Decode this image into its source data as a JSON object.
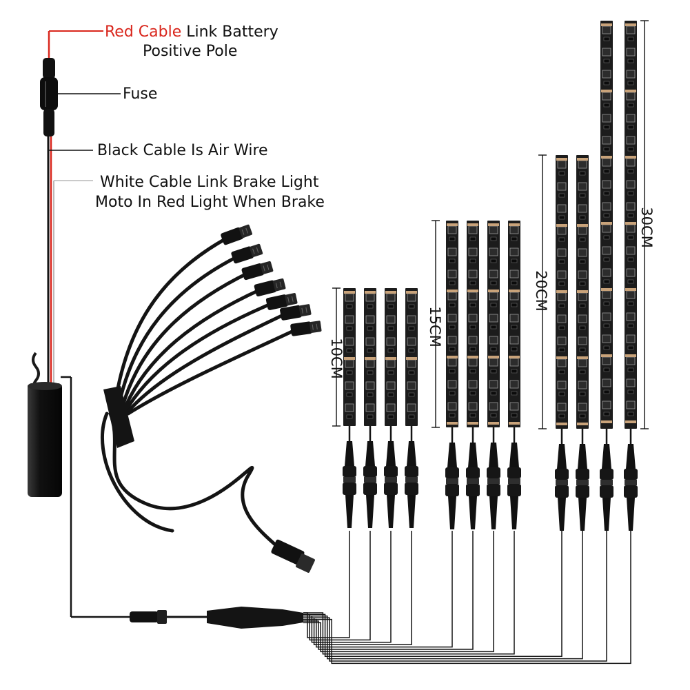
{
  "colors": {
    "red_wire": "#d9261c",
    "black_wire": "#141414",
    "white_wire": "#b9b9b9",
    "strip_body": "#1c1c1c",
    "led_warm": "#c9a37a",
    "text": "#111111"
  },
  "callouts": {
    "red_cable_highlight": "Red Cable",
    "red_cable_rest": " Link Battery",
    "red_cable_line2": "Positive Pole",
    "fuse": "Fuse",
    "black_cable": "Black Cable Is Air Wire",
    "white_cable_line1": "White Cable Link Brake Light",
    "white_cable_line2": "Moto In Red Light When Brake"
  },
  "strip_groups": [
    {
      "label": "10CM",
      "count": 4
    },
    {
      "label": "15CM",
      "count": 4
    },
    {
      "label": "20CM",
      "count": 2
    },
    {
      "label": "30CM",
      "count": 2
    }
  ],
  "icons": {
    "fuse": "fuse-holder-icon",
    "controller": "controller-box-icon",
    "connector": "wire-connector-icon",
    "splitter": "splitter-harness-icon",
    "strip": "led-strip-icon"
  }
}
